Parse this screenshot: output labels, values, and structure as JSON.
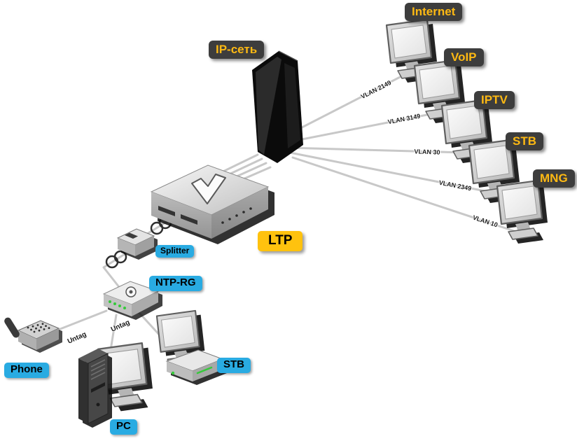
{
  "badges": {
    "internet": "Internet",
    "voip": "VoIP",
    "iptv": "IPTV",
    "stb_service": "STB",
    "mng": "MNG",
    "ip_network": "IP-сеть",
    "ltp": "LTP",
    "splitter": "Splitter",
    "ntp_rg": "NTP-RG",
    "phone": "Phone",
    "pc": "PC",
    "stb_device": "STB"
  },
  "vlans": [
    {
      "label": "VLAN 2149"
    },
    {
      "label": "VLAN 3149"
    },
    {
      "label": "VLAN 30"
    },
    {
      "label": "VLAN 2349"
    },
    {
      "label": "VLAN 10"
    }
  ],
  "port_labels": [
    "Untag",
    "Untag"
  ],
  "colors": {
    "badge_dark_bg": "#3d3d3d",
    "badge_yellow_text": "#fdb913",
    "ltp_badge_bg": "#ffc20e",
    "blue_badge_bg": "#29abe2",
    "line": "#c8c8c8",
    "led_green": "#35c93a"
  }
}
